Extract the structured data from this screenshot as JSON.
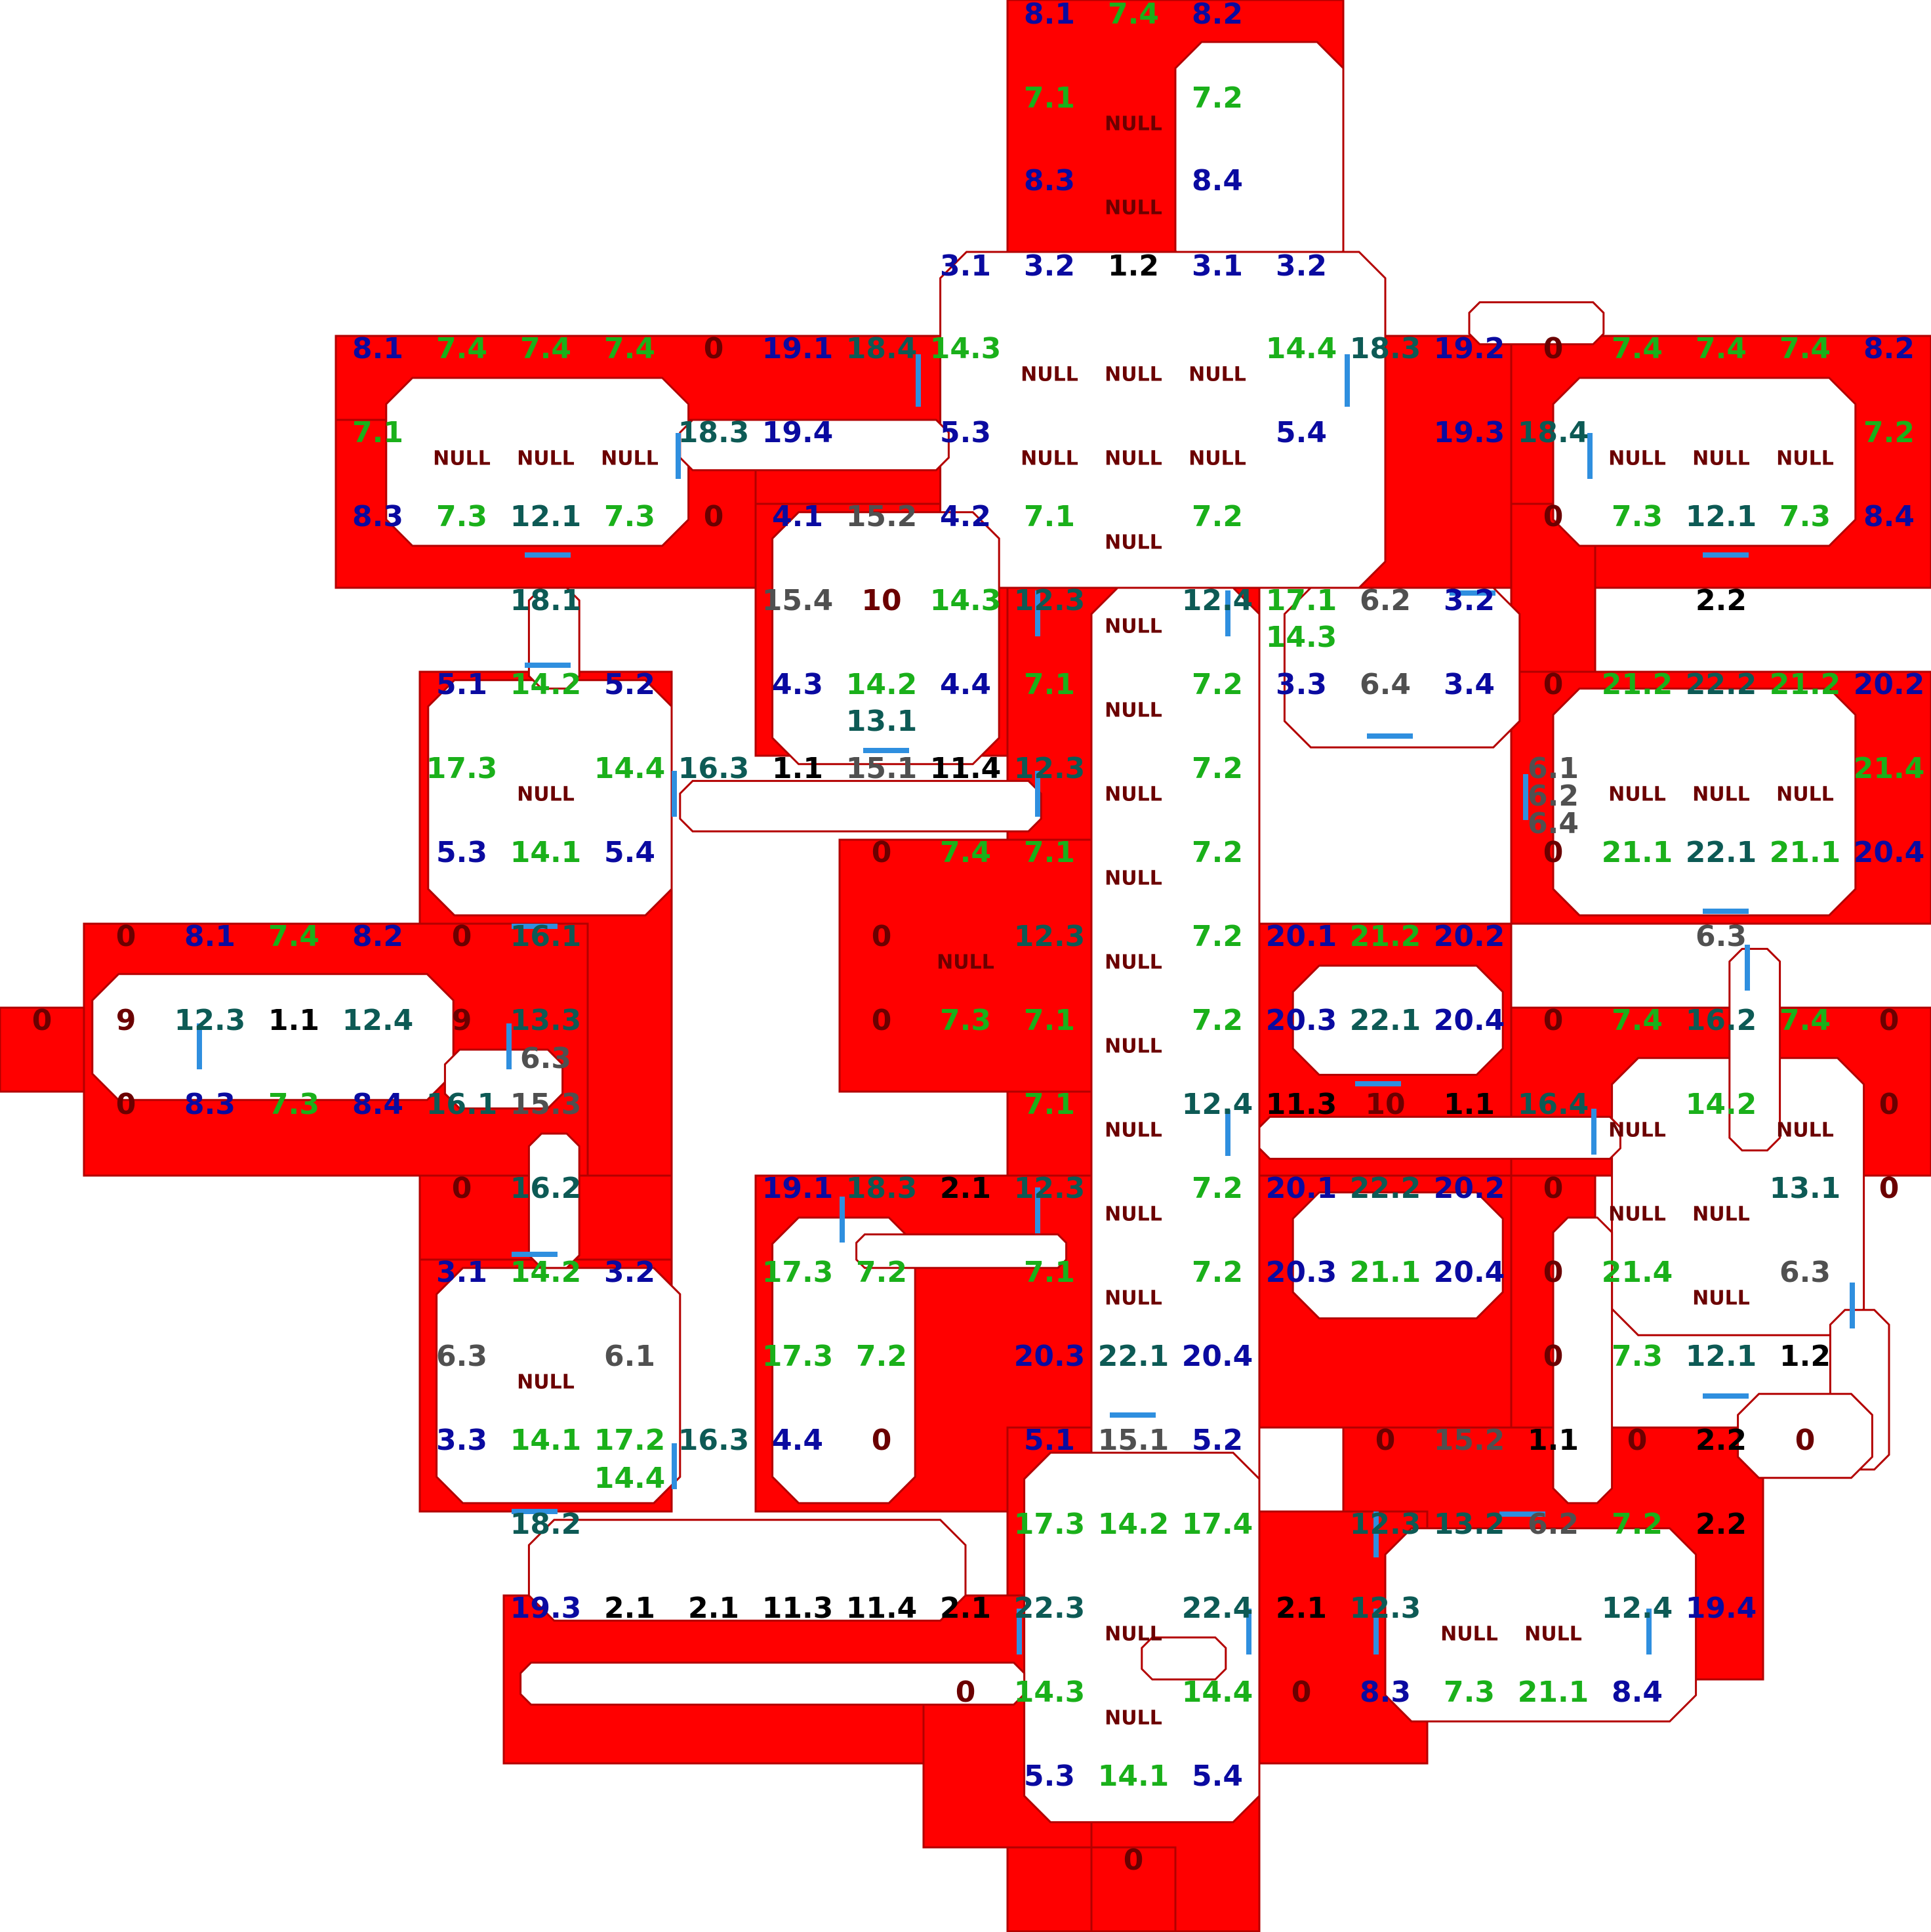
{
  "palette": {
    "wall": "#ff0000",
    "wall_edge": "#b30000",
    "floor": "#ffffff",
    "door": "#2f8fdf",
    "panel": "#2aa0ff",
    "c_blue": "#0a0aa0",
    "c_green": "#1ab01a",
    "c_teal": "#0d5a55",
    "c_black": "#000000",
    "c_gray": "#505050",
    "c_maroon": "#6b0000"
  },
  "labels": [
    {
      "t": "8.1",
      "c": "c_blue"
    },
    {
      "t": "7.4",
      "c": "c_green"
    },
    {
      "t": "8.2",
      "c": "c_blue"
    },
    {
      "t": "7.1",
      "c": "c_green"
    },
    {
      "t": "NULL",
      "c": "c_maroon"
    },
    {
      "t": "7.2",
      "c": "c_green"
    },
    {
      "t": "8.3",
      "c": "c_blue"
    },
    {
      "t": "NULL",
      "c": "c_maroon"
    },
    {
      "t": "8.4",
      "c": "c_blue"
    },
    {
      "t": "3.1",
      "c": "c_blue"
    },
    {
      "t": "3.2",
      "c": "c_blue"
    },
    {
      "t": "1.2",
      "c": "c_black"
    },
    {
      "t": "3.1",
      "c": "c_blue"
    },
    {
      "t": "3.2",
      "c": "c_blue"
    },
    {
      "t": "8.1",
      "c": "c_blue"
    },
    {
      "t": "7.4",
      "c": "c_green"
    },
    {
      "t": "7.4",
      "c": "c_green"
    },
    {
      "t": "7.4",
      "c": "c_green"
    },
    {
      "t": "0",
      "c": "c_maroon"
    },
    {
      "t": "19.1",
      "c": "c_blue"
    },
    {
      "t": "18.4",
      "c": "c_teal"
    },
    {
      "t": "14.3",
      "c": "c_green"
    },
    {
      "t": "NULL",
      "c": "c_maroon"
    },
    {
      "t": "NULL",
      "c": "c_maroon"
    },
    {
      "t": "NULL",
      "c": "c_maroon"
    },
    {
      "t": "14.4",
      "c": "c_green"
    },
    {
      "t": "18.3",
      "c": "c_teal"
    },
    {
      "t": "19.2",
      "c": "c_blue"
    },
    {
      "t": "0",
      "c": "c_maroon"
    },
    {
      "t": "7.4",
      "c": "c_green"
    },
    {
      "t": "7.4",
      "c": "c_green"
    },
    {
      "t": "7.4",
      "c": "c_green"
    },
    {
      "t": "8.2",
      "c": "c_blue"
    },
    {
      "t": "7.1",
      "c": "c_green"
    },
    {
      "t": "NULL",
      "c": "c_maroon"
    },
    {
      "t": "NULL",
      "c": "c_maroon"
    },
    {
      "t": "NULL",
      "c": "c_maroon"
    },
    {
      "t": "18.3",
      "c": "c_teal"
    },
    {
      "t": "19.4",
      "c": "c_blue"
    },
    {
      "t": "5.3",
      "c": "c_blue"
    },
    {
      "t": "NULL",
      "c": "c_maroon"
    },
    {
      "t": "NULL",
      "c": "c_maroon"
    },
    {
      "t": "NULL",
      "c": "c_maroon"
    },
    {
      "t": "5.4",
      "c": "c_blue"
    },
    {
      "t": "19.3",
      "c": "c_blue"
    },
    {
      "t": "18.4",
      "c": "c_teal"
    },
    {
      "t": "NULL",
      "c": "c_maroon"
    },
    {
      "t": "NULL",
      "c": "c_maroon"
    },
    {
      "t": "NULL",
      "c": "c_maroon"
    },
    {
      "t": "7.2",
      "c": "c_green"
    },
    {
      "t": "8.3",
      "c": "c_blue"
    },
    {
      "t": "7.3",
      "c": "c_green"
    },
    {
      "t": "12.1",
      "c": "c_teal"
    },
    {
      "t": "7.3",
      "c": "c_green"
    },
    {
      "t": "0",
      "c": "c_maroon"
    },
    {
      "t": "4.1",
      "c": "c_blue"
    },
    {
      "t": "15.2",
      "c": "c_gray"
    },
    {
      "t": "4.2",
      "c": "c_blue"
    },
    {
      "t": "7.1",
      "c": "c_green"
    },
    {
      "t": "NULL",
      "c": "c_maroon"
    },
    {
      "t": "7.2",
      "c": "c_green"
    },
    {
      "t": "0",
      "c": "c_maroon"
    },
    {
      "t": "7.3",
      "c": "c_green"
    },
    {
      "t": "12.1",
      "c": "c_teal"
    },
    {
      "t": "7.3",
      "c": "c_green"
    },
    {
      "t": "8.4",
      "c": "c_blue"
    },
    {
      "t": "18.1",
      "c": "c_teal"
    },
    {
      "t": "15.4",
      "c": "c_gray"
    },
    {
      "t": "10",
      "c": "c_maroon"
    },
    {
      "t": "14.3",
      "c": "c_green"
    },
    {
      "t": "12.3",
      "c": "c_teal"
    },
    {
      "t": "NULL",
      "c": "c_maroon"
    },
    {
      "t": "12.4",
      "c": "c_teal"
    },
    {
      "t": "17.1",
      "c": "c_green"
    },
    {
      "t": "6.2",
      "c": "c_gray"
    },
    {
      "t": "3.2",
      "c": "c_blue"
    },
    {
      "t": "14.3",
      "c": "c_green"
    },
    {
      "t": "2.2",
      "c": "c_black"
    },
    {
      "t": "5.1",
      "c": "c_blue"
    },
    {
      "t": "14.2",
      "c": "c_green"
    },
    {
      "t": "5.2",
      "c": "c_blue"
    },
    {
      "t": "4.3",
      "c": "c_blue"
    },
    {
      "t": "14.2",
      "c": "c_green"
    },
    {
      "t": "4.4",
      "c": "c_blue"
    },
    {
      "t": "7.1",
      "c": "c_green"
    },
    {
      "t": "NULL",
      "c": "c_maroon"
    },
    {
      "t": "7.2",
      "c": "c_green"
    },
    {
      "t": "3.3",
      "c": "c_blue"
    },
    {
      "t": "6.4",
      "c": "c_gray"
    },
    {
      "t": "3.4",
      "c": "c_blue"
    },
    {
      "t": "0",
      "c": "c_maroon"
    },
    {
      "t": "21.2",
      "c": "c_green"
    },
    {
      "t": "22.2",
      "c": "c_teal"
    },
    {
      "t": "21.2",
      "c": "c_green"
    },
    {
      "t": "20.2",
      "c": "c_blue"
    },
    {
      "t": "13.1",
      "c": "c_teal"
    },
    {
      "t": "17.3",
      "c": "c_green"
    },
    {
      "t": "NULL",
      "c": "c_maroon"
    },
    {
      "t": "14.4",
      "c": "c_green"
    },
    {
      "t": "16.3",
      "c": "c_teal"
    },
    {
      "t": "1.1",
      "c": "c_black"
    },
    {
      "t": "15.1",
      "c": "c_gray"
    },
    {
      "t": "11.4",
      "c": "c_black"
    },
    {
      "t": "12.3",
      "c": "c_teal"
    },
    {
      "t": "NULL",
      "c": "c_maroon"
    },
    {
      "t": "7.2",
      "c": "c_green"
    },
    {
      "t": "6.1",
      "c": "c_gray"
    },
    {
      "t": "6.2",
      "c": "c_gray"
    },
    {
      "t": "6.4",
      "c": "c_gray"
    },
    {
      "t": "NULL",
      "c": "c_maroon"
    },
    {
      "t": "NULL",
      "c": "c_maroon"
    },
    {
      "t": "NULL",
      "c": "c_maroon"
    },
    {
      "t": "21.4",
      "c": "c_green"
    },
    {
      "t": "5.3",
      "c": "c_blue"
    },
    {
      "t": "14.1",
      "c": "c_green"
    },
    {
      "t": "5.4",
      "c": "c_blue"
    },
    {
      "t": "0",
      "c": "c_maroon"
    },
    {
      "t": "7.4",
      "c": "c_green"
    },
    {
      "t": "7.1",
      "c": "c_green"
    },
    {
      "t": "NULL",
      "c": "c_maroon"
    },
    {
      "t": "7.2",
      "c": "c_green"
    },
    {
      "t": "0",
      "c": "c_maroon"
    },
    {
      "t": "21.1",
      "c": "c_green"
    },
    {
      "t": "22.1",
      "c": "c_teal"
    },
    {
      "t": "21.1",
      "c": "c_green"
    },
    {
      "t": "20.4",
      "c": "c_blue"
    },
    {
      "t": "0",
      "c": "c_maroon"
    },
    {
      "t": "8.1",
      "c": "c_blue"
    },
    {
      "t": "7.4",
      "c": "c_green"
    },
    {
      "t": "8.2",
      "c": "c_blue"
    },
    {
      "t": "0",
      "c": "c_maroon"
    },
    {
      "t": "16.1",
      "c": "c_teal"
    },
    {
      "t": "0",
      "c": "c_maroon"
    },
    {
      "t": "NULL",
      "c": "c_maroon"
    },
    {
      "t": "12.3",
      "c": "c_teal"
    },
    {
      "t": "NULL",
      "c": "c_maroon"
    },
    {
      "t": "7.2",
      "c": "c_green"
    },
    {
      "t": "20.1",
      "c": "c_blue"
    },
    {
      "t": "21.2",
      "c": "c_green"
    },
    {
      "t": "20.2",
      "c": "c_blue"
    },
    {
      "t": "6.3",
      "c": "c_gray"
    },
    {
      "t": "0",
      "c": "c_maroon"
    },
    {
      "t": "9",
      "c": "c_maroon"
    },
    {
      "t": "12.3",
      "c": "c_teal"
    },
    {
      "t": "1.1",
      "c": "c_black"
    },
    {
      "t": "12.4",
      "c": "c_teal"
    },
    {
      "t": "9",
      "c": "c_maroon"
    },
    {
      "t": "13.3",
      "c": "c_teal"
    },
    {
      "t": "6.3",
      "c": "c_gray"
    },
    {
      "t": "0",
      "c": "c_maroon"
    },
    {
      "t": "7.3",
      "c": "c_green"
    },
    {
      "t": "7.1",
      "c": "c_green"
    },
    {
      "t": "NULL",
      "c": "c_maroon"
    },
    {
      "t": "7.2",
      "c": "c_green"
    },
    {
      "t": "20.3",
      "c": "c_blue"
    },
    {
      "t": "22.1",
      "c": "c_teal"
    },
    {
      "t": "20.4",
      "c": "c_blue"
    },
    {
      "t": "0",
      "c": "c_maroon"
    },
    {
      "t": "7.4",
      "c": "c_green"
    },
    {
      "t": "16.2",
      "c": "c_teal"
    },
    {
      "t": "7.4",
      "c": "c_green"
    },
    {
      "t": "0",
      "c": "c_maroon"
    },
    {
      "t": "0",
      "c": "c_maroon"
    },
    {
      "t": "8.3",
      "c": "c_blue"
    },
    {
      "t": "7.3",
      "c": "c_green"
    },
    {
      "t": "8.4",
      "c": "c_blue"
    },
    {
      "t": "16.1",
      "c": "c_teal"
    },
    {
      "t": "15.3",
      "c": "c_gray"
    },
    {
      "t": "7.1",
      "c": "c_green"
    },
    {
      "t": "NULL",
      "c": "c_maroon"
    },
    {
      "t": "12.4",
      "c": "c_teal"
    },
    {
      "t": "11.3",
      "c": "c_black"
    },
    {
      "t": "10",
      "c": "c_maroon"
    },
    {
      "t": "1.1",
      "c": "c_black"
    },
    {
      "t": "16.4",
      "c": "c_teal"
    },
    {
      "t": "NULL",
      "c": "c_maroon"
    },
    {
      "t": "14.2",
      "c": "c_green"
    },
    {
      "t": "NULL",
      "c": "c_maroon"
    },
    {
      "t": "0",
      "c": "c_maroon"
    },
    {
      "t": "0",
      "c": "c_maroon"
    },
    {
      "t": "16.2",
      "c": "c_teal"
    },
    {
      "t": "19.1",
      "c": "c_blue"
    },
    {
      "t": "18.3",
      "c": "c_teal"
    },
    {
      "t": "2.1",
      "c": "c_black"
    },
    {
      "t": "12.3",
      "c": "c_teal"
    },
    {
      "t": "NULL",
      "c": "c_maroon"
    },
    {
      "t": "7.2",
      "c": "c_green"
    },
    {
      "t": "20.1",
      "c": "c_blue"
    },
    {
      "t": "22.2",
      "c": "c_teal"
    },
    {
      "t": "20.2",
      "c": "c_blue"
    },
    {
      "t": "0",
      "c": "c_maroon"
    },
    {
      "t": "NULL",
      "c": "c_maroon"
    },
    {
      "t": "NULL",
      "c": "c_maroon"
    },
    {
      "t": "13.1",
      "c": "c_teal"
    },
    {
      "t": "0",
      "c": "c_maroon"
    },
    {
      "t": "3.1",
      "c": "c_blue"
    },
    {
      "t": "14.2",
      "c": "c_green"
    },
    {
      "t": "3.2",
      "c": "c_blue"
    },
    {
      "t": "17.3",
      "c": "c_green"
    },
    {
      "t": "7.2",
      "c": "c_green"
    },
    {
      "t": "7.1",
      "c": "c_green"
    },
    {
      "t": "NULL",
      "c": "c_maroon"
    },
    {
      "t": "7.2",
      "c": "c_green"
    },
    {
      "t": "20.3",
      "c": "c_blue"
    },
    {
      "t": "21.1",
      "c": "c_green"
    },
    {
      "t": "20.4",
      "c": "c_blue"
    },
    {
      "t": "0",
      "c": "c_maroon"
    },
    {
      "t": "21.4",
      "c": "c_green"
    },
    {
      "t": "NULL",
      "c": "c_maroon"
    },
    {
      "t": "6.3",
      "c": "c_gray"
    },
    {
      "t": "6.3",
      "c": "c_gray"
    },
    {
      "t": "NULL",
      "c": "c_maroon"
    },
    {
      "t": "6.1",
      "c": "c_gray"
    },
    {
      "t": "17.3",
      "c": "c_green"
    },
    {
      "t": "7.2",
      "c": "c_green"
    },
    {
      "t": "20.3",
      "c": "c_blue"
    },
    {
      "t": "22.1",
      "c": "c_teal"
    },
    {
      "t": "20.4",
      "c": "c_blue"
    },
    {
      "t": "0",
      "c": "c_maroon"
    },
    {
      "t": "7.3",
      "c": "c_green"
    },
    {
      "t": "12.1",
      "c": "c_teal"
    },
    {
      "t": "1.2",
      "c": "c_black"
    },
    {
      "t": "3.3",
      "c": "c_blue"
    },
    {
      "t": "14.1",
      "c": "c_green"
    },
    {
      "t": "17.2",
      "c": "c_green"
    },
    {
      "t": "16.3",
      "c": "c_teal"
    },
    {
      "t": "4.4",
      "c": "c_blue"
    },
    {
      "t": "0",
      "c": "c_maroon"
    },
    {
      "t": "5.1",
      "c": "c_blue"
    },
    {
      "t": "15.1",
      "c": "c_gray"
    },
    {
      "t": "5.2",
      "c": "c_blue"
    },
    {
      "t": "0",
      "c": "c_maroon"
    },
    {
      "t": "15.2",
      "c": "c_gray"
    },
    {
      "t": "1.1",
      "c": "c_black"
    },
    {
      "t": "0",
      "c": "c_maroon"
    },
    {
      "t": "2.2",
      "c": "c_black"
    },
    {
      "t": "0",
      "c": "c_maroon"
    },
    {
      "t": "14.4",
      "c": "c_green"
    },
    {
      "t": "18.2",
      "c": "c_teal"
    },
    {
      "t": "17.3",
      "c": "c_green"
    },
    {
      "t": "14.2",
      "c": "c_green"
    },
    {
      "t": "17.4",
      "c": "c_green"
    },
    {
      "t": "12.3",
      "c": "c_teal"
    },
    {
      "t": "13.2",
      "c": "c_teal"
    },
    {
      "t": "6.2",
      "c": "c_gray"
    },
    {
      "t": "7.2",
      "c": "c_green"
    },
    {
      "t": "2.2",
      "c": "c_black"
    },
    {
      "t": "19.3",
      "c": "c_blue"
    },
    {
      "t": "2.1",
      "c": "c_black"
    },
    {
      "t": "2.1",
      "c": "c_black"
    },
    {
      "t": "11.3",
      "c": "c_black"
    },
    {
      "t": "11.4",
      "c": "c_black"
    },
    {
      "t": "2.1",
      "c": "c_black"
    },
    {
      "t": "22.3",
      "c": "c_teal"
    },
    {
      "t": "NULL",
      "c": "c_maroon"
    },
    {
      "t": "22.4",
      "c": "c_teal"
    },
    {
      "t": "2.1",
      "c": "c_black"
    },
    {
      "t": "12.3",
      "c": "c_teal"
    },
    {
      "t": "NULL",
      "c": "c_maroon"
    },
    {
      "t": "NULL",
      "c": "c_maroon"
    },
    {
      "t": "12.4",
      "c": "c_teal"
    },
    {
      "t": "19.4",
      "c": "c_blue"
    },
    {
      "t": "0",
      "c": "c_maroon"
    },
    {
      "t": "14.3",
      "c": "c_green"
    },
    {
      "t": "NULL",
      "c": "c_maroon"
    },
    {
      "t": "14.4",
      "c": "c_green"
    },
    {
      "t": "0",
      "c": "c_maroon"
    },
    {
      "t": "8.3",
      "c": "c_blue"
    },
    {
      "t": "7.3",
      "c": "c_green"
    },
    {
      "t": "21.1",
      "c": "c_green"
    },
    {
      "t": "8.4",
      "c": "c_blue"
    },
    {
      "t": "5.3",
      "c": "c_blue"
    },
    {
      "t": "14.1",
      "c": "c_green"
    },
    {
      "t": "5.4",
      "c": "c_blue"
    },
    {
      "t": "0",
      "c": "c_maroon"
    }
  ]
}
